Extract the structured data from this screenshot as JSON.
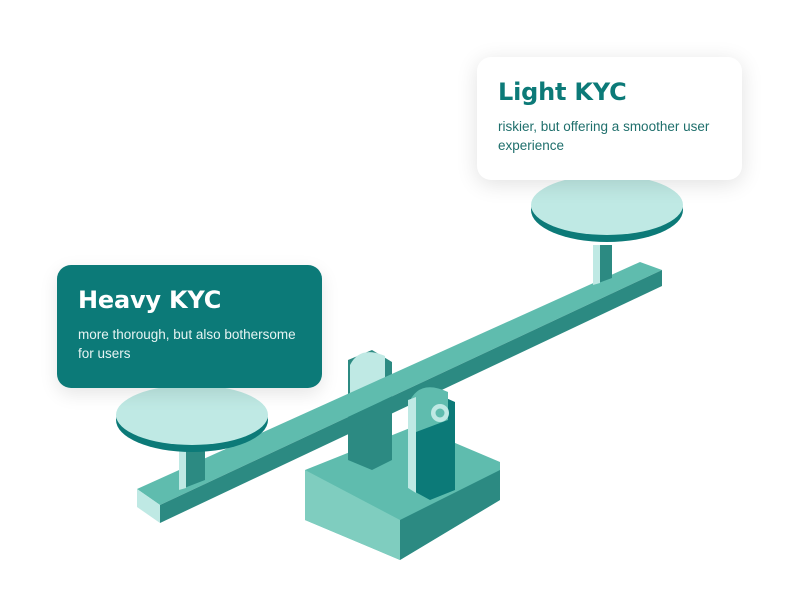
{
  "colors": {
    "dark_teal": "#0c7a78",
    "mid_teal": "#5fbcae",
    "shade_teal": "#2c8a82",
    "light_teal": "#bfe9e4",
    "white": "#ffffff"
  },
  "heavy": {
    "title": "Heavy KYC",
    "description": "more thorough, but also bothersome for users"
  },
  "light": {
    "title": "Light KYC",
    "description": "riskier, but offering a smoother user experience"
  }
}
